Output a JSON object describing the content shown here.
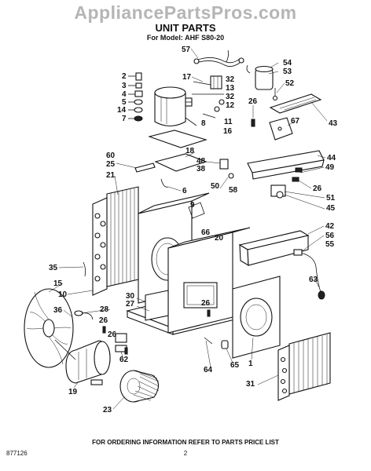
{
  "watermark": "AppliancePartsPros.com",
  "title": "UNIT PARTS",
  "model_line": "For Model: AHF S80-20",
  "footer": {
    "instruction": "FOR ORDERING INFORMATION REFER TO PARTS PRICE LIST",
    "page_number": "2",
    "doc_code": "877126"
  },
  "callouts": [
    {
      "id": "c57",
      "label": "57"
    },
    {
      "id": "c2",
      "label": "2"
    },
    {
      "id": "c3",
      "label": "3"
    },
    {
      "id": "c4",
      "label": "4"
    },
    {
      "id": "c5",
      "label": "5"
    },
    {
      "id": "c14",
      "label": "14"
    },
    {
      "id": "c7",
      "label": "7"
    },
    {
      "id": "c17",
      "label": "17"
    },
    {
      "id": "c32a",
      "label": "32"
    },
    {
      "id": "c13",
      "label": "13"
    },
    {
      "id": "c32b",
      "label": "32"
    },
    {
      "id": "c12",
      "label": "12"
    },
    {
      "id": "c8",
      "label": "8"
    },
    {
      "id": "c11",
      "label": "11"
    },
    {
      "id": "c16",
      "label": "16"
    },
    {
      "id": "c54",
      "label": "54"
    },
    {
      "id": "c53",
      "label": "53"
    },
    {
      "id": "c52",
      "label": "52"
    },
    {
      "id": "c26a",
      "label": "26"
    },
    {
      "id": "c67",
      "label": "67"
    },
    {
      "id": "c43",
      "label": "43"
    },
    {
      "id": "c18",
      "label": "18"
    },
    {
      "id": "c48",
      "label": "48"
    },
    {
      "id": "c38",
      "label": "38"
    },
    {
      "id": "c60",
      "label": "60"
    },
    {
      "id": "c25",
      "label": "25"
    },
    {
      "id": "c21",
      "label": "21"
    },
    {
      "id": "c6",
      "label": "6"
    },
    {
      "id": "c50",
      "label": "50"
    },
    {
      "id": "c58",
      "label": "58"
    },
    {
      "id": "c44",
      "label": "44"
    },
    {
      "id": "c49",
      "label": "49"
    },
    {
      "id": "c26b",
      "label": "26"
    },
    {
      "id": "c51",
      "label": "51"
    },
    {
      "id": "c45",
      "label": "45"
    },
    {
      "id": "c9",
      "label": "9"
    },
    {
      "id": "c66",
      "label": "66"
    },
    {
      "id": "c20",
      "label": "20"
    },
    {
      "id": "c42",
      "label": "42"
    },
    {
      "id": "c56",
      "label": "56"
    },
    {
      "id": "c55",
      "label": "55"
    },
    {
      "id": "c35",
      "label": "35"
    },
    {
      "id": "c15",
      "label": "15"
    },
    {
      "id": "c10",
      "label": "10"
    },
    {
      "id": "c63",
      "label": "63"
    },
    {
      "id": "c30",
      "label": "30"
    },
    {
      "id": "c27",
      "label": "27"
    },
    {
      "id": "c36",
      "label": "36"
    },
    {
      "id": "c28",
      "label": "28"
    },
    {
      "id": "c26c",
      "label": "26"
    },
    {
      "id": "c26d",
      "label": "26"
    },
    {
      "id": "c26e",
      "label": "26"
    },
    {
      "id": "c62",
      "label": "62"
    },
    {
      "id": "c64",
      "label": "64"
    },
    {
      "id": "c65",
      "label": "65"
    },
    {
      "id": "c1",
      "label": "1"
    },
    {
      "id": "c19",
      "label": "19"
    },
    {
      "id": "c23",
      "label": "23"
    },
    {
      "id": "c31",
      "label": "31"
    }
  ]
}
